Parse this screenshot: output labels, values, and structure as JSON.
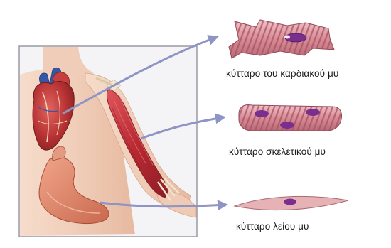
{
  "labels": {
    "cardiac": "κύτταρο του καρδιακού μυ",
    "skeletal": "κύτταρο σκελετικού μυ",
    "smooth": "κύτταρο λείου μυ"
  },
  "colors": {
    "panel_bg": "#f4f4f6",
    "panel_border": "#9a9aa6",
    "arrow": "#8e94c4",
    "skin": "#f1d3bf",
    "muscle_red": "#c7343d",
    "heart_red": "#c23b3c",
    "stomach": "#de8c74",
    "cell_pink": "#d7929c",
    "nucleus": "#7a2f8f"
  }
}
